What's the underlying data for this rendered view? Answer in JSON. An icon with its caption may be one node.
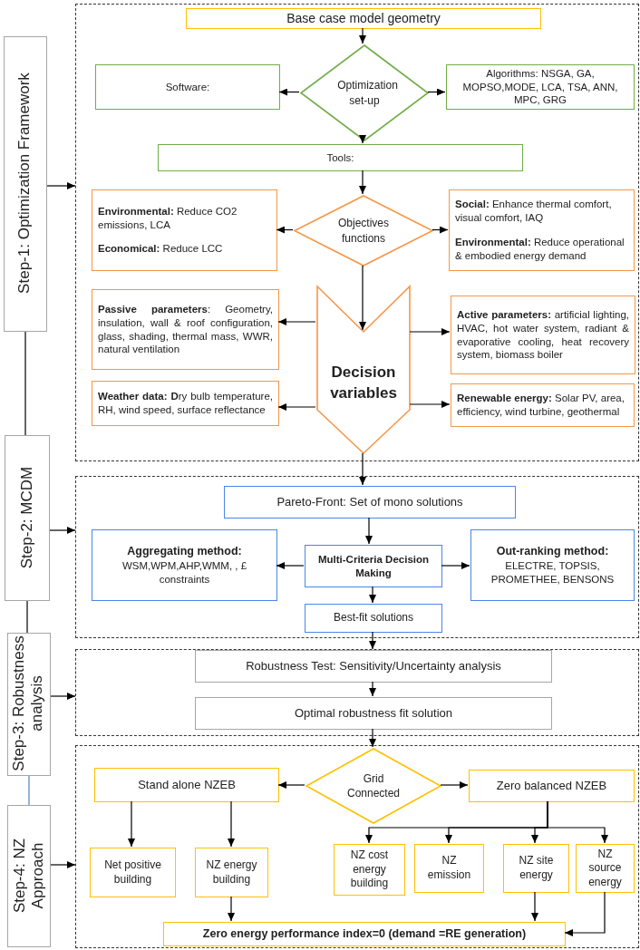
{
  "diagram": {
    "nodes": [
      {
        "text": [
          "Step-1: Optimization Framework"
        ]
      },
      {
        "text": [],
        "shape": "box"
      },
      {
        "text": [
          "Base case model geometry"
        ],
        "in": 1
      },
      {
        "text": [
          "Optimization set-up"
        ],
        "in": 1
      },
      {
        "text": [
          "Software:"
        ],
        "in": 1
      },
      {
        "text": [
          "Algorithms: NSGA, GA, MOPSO,MODE, LCA, TSA, ANN, MPC, GRG"
        ],
        "in": 1
      },
      {
        "text": [
          "Tools:"
        ],
        "in": 1
      },
      {
        "text": [
          "Objectives functions"
        ],
        "in": 1
      },
      {
        "text": [
          "**Environmental:** Reduce CO2 emissions, LCA",
          "**Economical:** Reduce LCC"
        ],
        "in": 1
      },
      {
        "text": [
          "**Social:** Enhance thermal comfort, visual comfort, IAQ",
          "**Environmental:** Reduce operational & embodied energy demand"
        ],
        "in": 1
      },
      {
        "text": [
          "Decision variables"
        ],
        "in": 1
      },
      {
        "text": [
          "**Passive parameters**: Geometry, insulation, wall & roof configuration, glass, shading, thermal mass, WWR, natural ventilation"
        ],
        "in": 1
      },
      {
        "text": [
          "**Active parameters:** artificial lighting, HVAC, hot water system, radiant & evaporative cooling, heat recovery system, biomass boiler"
        ],
        "in": 1
      },
      {
        "text": [
          "**Weather data: D**ry bulb temperature, RH, wind speed, surface reflectance"
        ],
        "in": 1
      },
      {
        "text": [
          "**Renewable energy:** Solar PV, area, efficiency, wind turbine, geothermal"
        ],
        "in": 1
      },
      {
        "text": [
          "Step-2: MCDM"
        ]
      },
      {
        "text": [],
        "shape": "box"
      },
      {
        "text": [
          "Pareto-Front: Set of mono solutions"
        ],
        "in": 16
      },
      {
        "text": [
          "Aggregating method:",
          "WSM,WPM,AHP,WMM, , £ constraints"
        ],
        "in": 16
      },
      {
        "text": [
          "Multi-Criteria Decision Making"
        ],
        "in": 16
      },
      {
        "text": [
          "Out-ranking method:",
          "ELECTRE, TOPSIS, PROMETHEE, BENSONS"
        ],
        "in": 16
      },
      {
        "text": [
          "Best-fit solutions"
        ],
        "in": 16
      },
      {
        "text": [
          "Step-3: Robustness analysis"
        ]
      },
      {
        "text": [],
        "shape": "box"
      },
      {
        "text": [
          "Robustness Test: Sensitivity/Uncertainty analysis"
        ],
        "in": 23
      },
      {
        "text": [
          "Optimal robustness fit solution"
        ],
        "in": 23
      },
      {
        "text": [
          "Step-4: NZ Approach"
        ]
      },
      {
        "text": [],
        "shape": "box"
      },
      {
        "text": [
          "Grid Connected"
        ],
        "in": 27
      },
      {
        "text": [
          "Stand alone NZEB"
        ],
        "in": 27
      },
      {
        "text": [
          "Zero balanced NZEB"
        ],
        "in": 27
      },
      {
        "text": [
          "Net positive building"
        ],
        "in": 27
      },
      {
        "text": [
          "NZ energy building"
        ],
        "in": 27
      },
      {
        "text": [
          "NZ cost energy building"
        ],
        "in": 27
      },
      {
        "text": [
          "NZ emission"
        ],
        "in": 27
      },
      {
        "text": [
          "NZ site energy"
        ],
        "in": 27
      },
      {
        "text": [
          "NZ source energy"
        ],
        "in": 27
      },
      {
        "text": [
          "Zero energy performance index=0 (demand =RE generation)"
        ],
        "in": 27
      }
    ],
    "edges": [
      {
        "from": 0,
        "to": 1,
        "arrow": "to"
      },
      {
        "from": 2,
        "to": 3,
        "arrow": "to"
      },
      {
        "from": 3,
        "to": 4,
        "arrow": "to"
      },
      {
        "from": 3,
        "to": 5,
        "arrow": "to"
      },
      {
        "from": 3,
        "to": 6,
        "arrow": "to"
      },
      {
        "from": 6,
        "to": 7,
        "arrow": "to"
      },
      {
        "from": 7,
        "to": 8,
        "arrow": "to"
      },
      {
        "from": 7,
        "to": 9,
        "arrow": "to"
      },
      {
        "from": 7,
        "to": 10,
        "arrow": "to"
      },
      {
        "from": 10,
        "to": 11,
        "arrow": "to"
      },
      {
        "from": 10,
        "to": 12,
        "arrow": "to"
      },
      {
        "from": 10,
        "to": 13,
        "arrow": "to"
      },
      {
        "from": 10,
        "to": 14,
        "arrow": "to"
      },
      {
        "from": 10,
        "to": 17,
        "arrow": "to"
      },
      {
        "from": 0,
        "to": 15,
        "arrow": "none"
      },
      {
        "from": 15,
        "to": 16,
        "arrow": "to"
      },
      {
        "from": 17,
        "to": 19,
        "arrow": "to"
      },
      {
        "from": 19,
        "to": 18,
        "arrow": "to"
      },
      {
        "from": 19,
        "to": 20,
        "arrow": "to"
      },
      {
        "from": 19,
        "to": 21,
        "arrow": "to"
      },
      {
        "from": 21,
        "to": 24,
        "arrow": "to"
      },
      {
        "from": 15,
        "to": 22,
        "arrow": "none"
      },
      {
        "from": 22,
        "to": 23,
        "arrow": "to"
      },
      {
        "from": 24,
        "to": 25,
        "arrow": "to"
      },
      {
        "from": 25,
        "to": 28,
        "arrow": "to"
      },
      {
        "from": 22,
        "to": 26,
        "arrow": "none",
        "color": "#4f81bd"
      },
      {
        "from": 26,
        "to": 27,
        "arrow": "to"
      },
      {
        "from": 28,
        "to": 29,
        "arrow": "to"
      },
      {
        "from": 28,
        "to": 30,
        "arrow": "to"
      },
      {
        "from": 29,
        "to": 31,
        "arrow": "to"
      },
      {
        "from": 29,
        "to": 32,
        "arrow": "to"
      },
      {
        "from": 30,
        "to": 33,
        "arrow": "to"
      },
      {
        "from": 30,
        "to": 34,
        "arrow": "to"
      },
      {
        "from": 30,
        "to": 35,
        "arrow": "to"
      },
      {
        "from": 30,
        "to": 36,
        "arrow": "to"
      },
      {
        "from": 32,
        "to": 37,
        "arrow": "to"
      },
      {
        "from": 35,
        "to": 37,
        "arrow": "to"
      },
      {
        "from": 36,
        "to": 37,
        "arrow": "to"
      }
    ]
  }
}
